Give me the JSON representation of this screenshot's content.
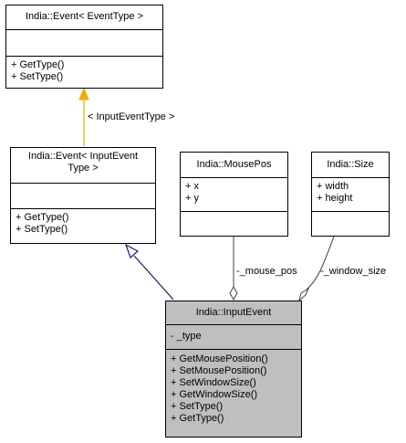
{
  "classes": {
    "event_template": {
      "title": "India::Event< EventType >",
      "attributes": [],
      "methods": [
        "+ GetType()",
        "+ SetType()"
      ]
    },
    "event_input": {
      "title_line1": "India::Event< InputEvent",
      "title_line2": "Type >",
      "attributes": [],
      "methods": [
        "+ GetType()",
        "+ SetType()"
      ]
    },
    "mouse_pos": {
      "title": "India::MousePos",
      "attributes": [
        "+ x",
        "+ y"
      ],
      "methods": []
    },
    "size": {
      "title": "India::Size",
      "attributes": [
        "+ width",
        "+ height"
      ],
      "methods": []
    },
    "input_event": {
      "title": "India::InputEvent",
      "attributes": [
        "- _type"
      ],
      "methods": [
        "+ GetMousePosition()",
        "+ SetMousePosition()",
        "+ SetWindowSize()",
        "+ GetWindowSize()",
        "+ SetType()",
        "+ GetType()"
      ]
    }
  },
  "edges": {
    "template_binding_label": "< InputEventType >",
    "mouse_pos_label": "-_mouse_pos",
    "window_size_label": "-_window_size"
  },
  "colors": {
    "template_arrow": "#f5a800",
    "inheritance_arrow": "#191970",
    "highlight_fill": "#bfbfbf"
  }
}
